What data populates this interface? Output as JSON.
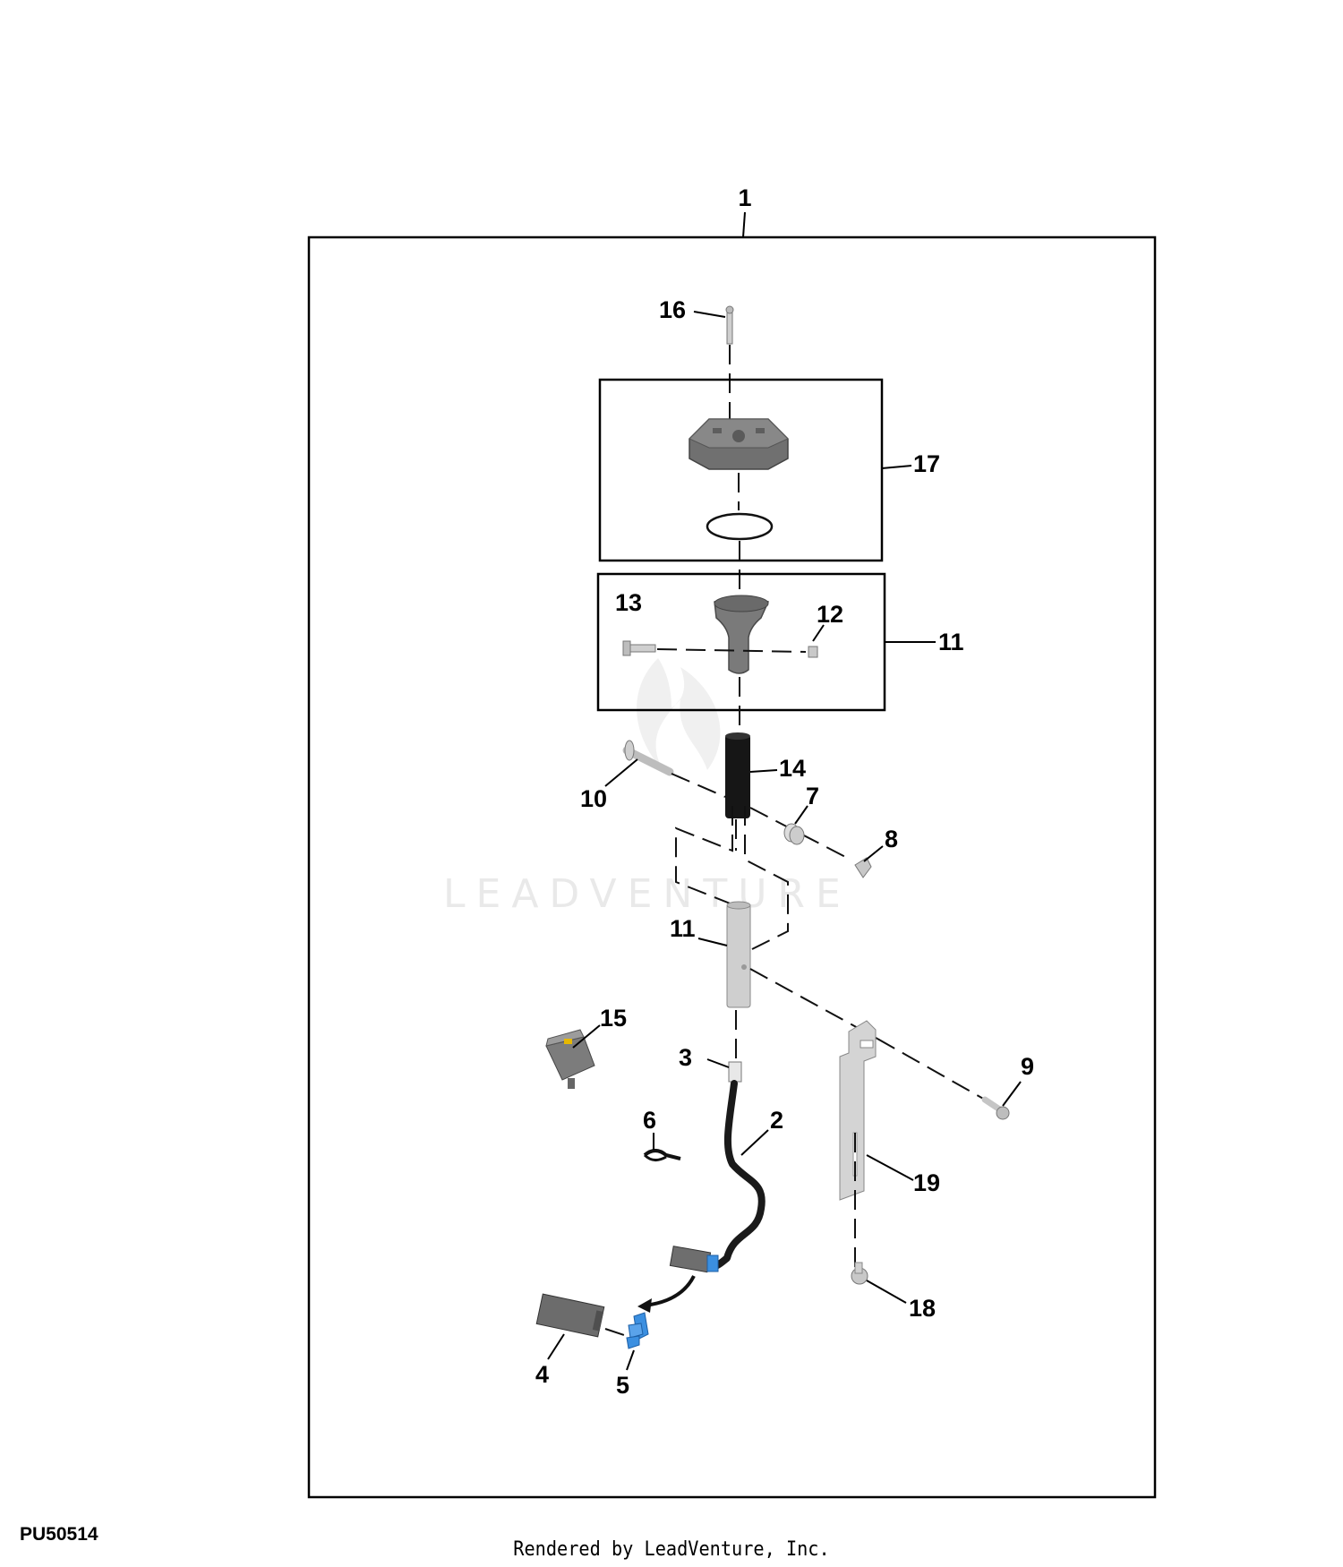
{
  "figure_id": "PU50514",
  "credit": "Rendered by LeadVenture, Inc.",
  "watermark": "LEADVENTURE",
  "callouts": {
    "c1": "1",
    "c2": "2",
    "c3": "3",
    "c4": "4",
    "c5": "5",
    "c6": "6",
    "c7": "7",
    "c8": "8",
    "c9": "9",
    "c10": "10",
    "c11_top": "11",
    "c11_mid": "11",
    "c12": "12",
    "c13": "13",
    "c14": "14",
    "c15": "15",
    "c16": "16",
    "c17": "17",
    "c18": "18",
    "c19": "19"
  },
  "colors": {
    "part_dark": "#6b6b6b",
    "part_light": "#c9c9c9",
    "wire": "#1a1a1a",
    "clip_blue": "#3b8fe0",
    "switch_yellow": "#e6b800"
  }
}
